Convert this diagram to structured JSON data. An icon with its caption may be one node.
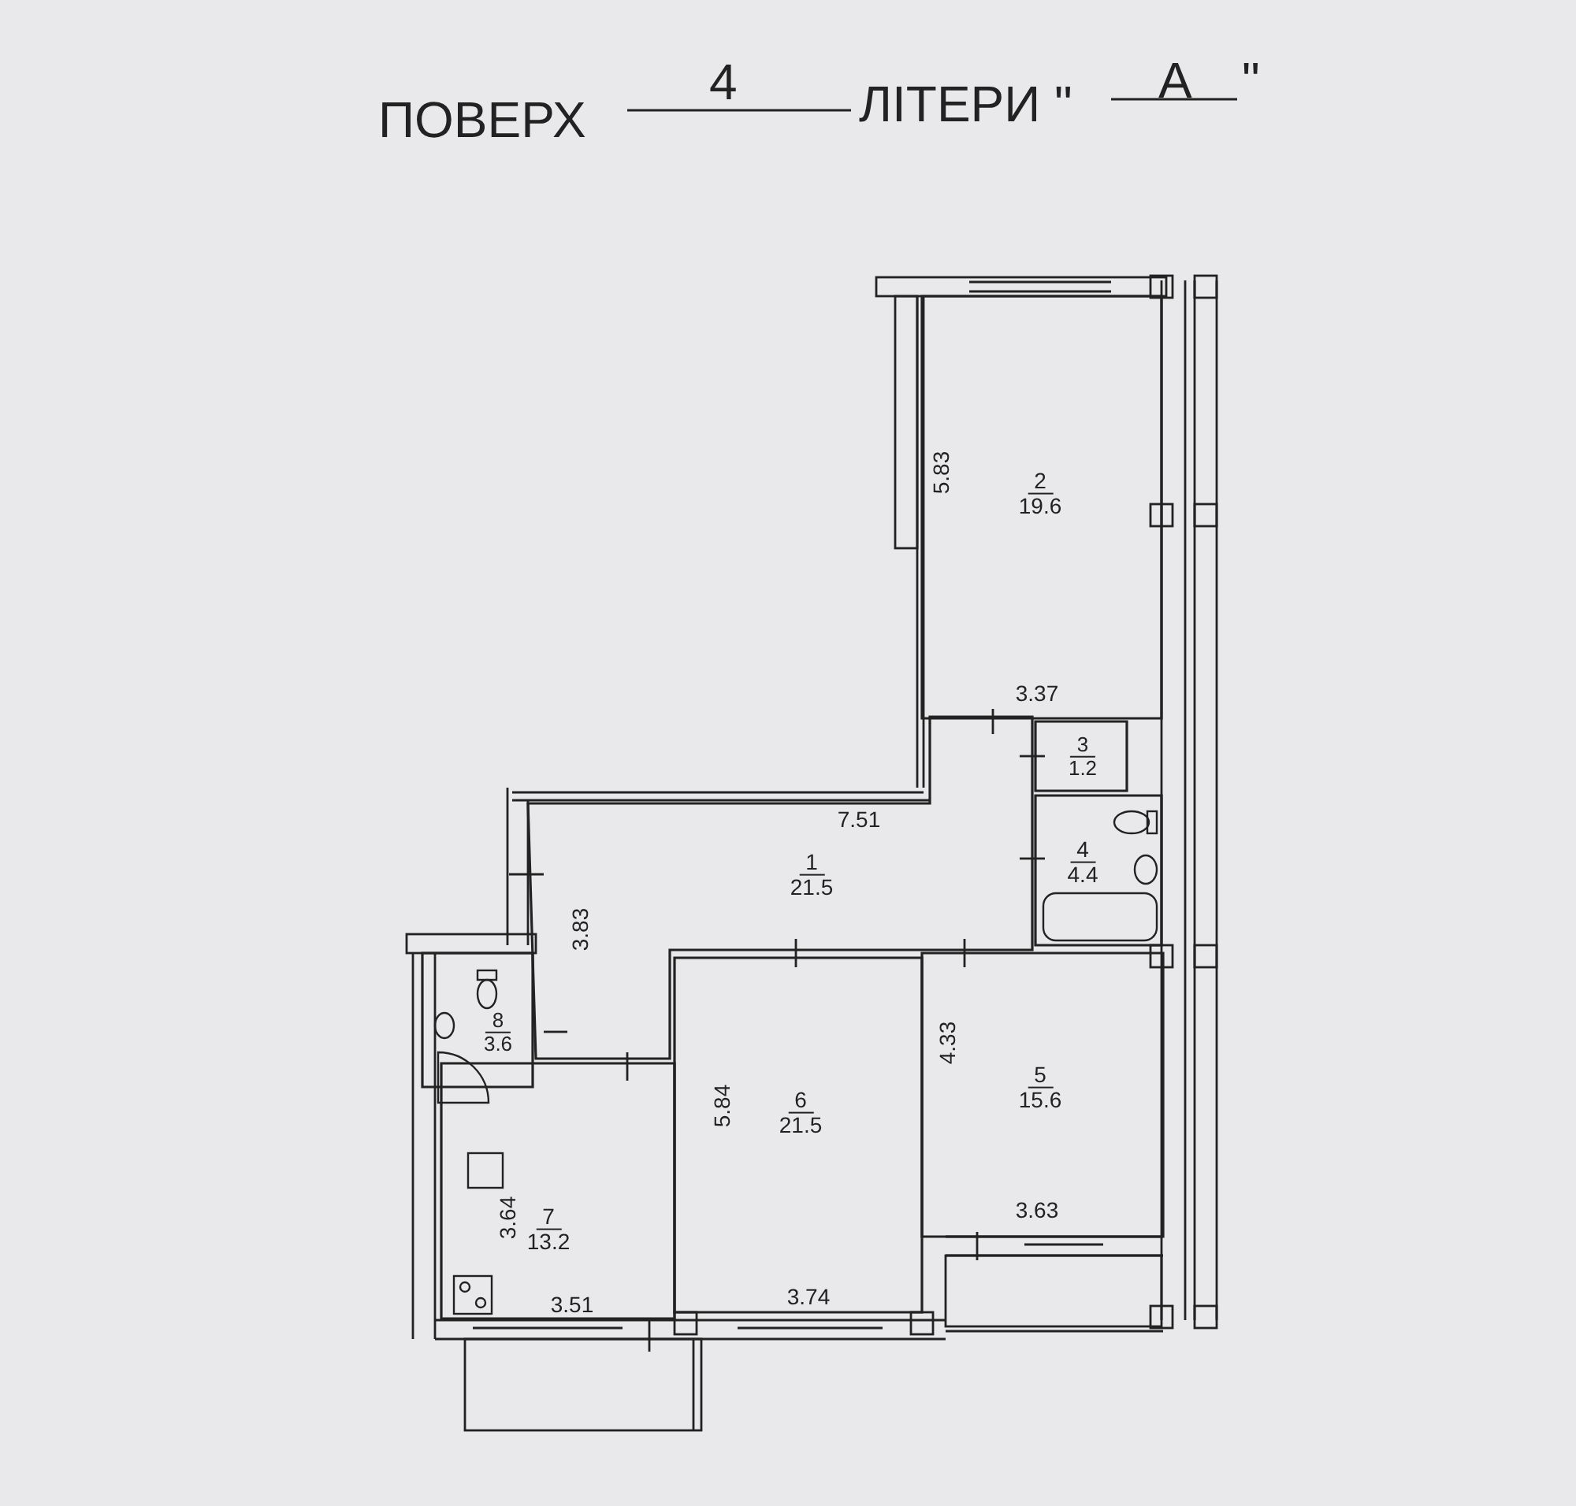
{
  "diagram": {
    "nodes": [
      {
        "text": [
          "2",
          "19.6"
        ]
      },
      {
        "text": [
          "3",
          "1.2"
        ]
      },
      {
        "text": [
          "4",
          "4.4"
        ]
      },
      {
        "text": [
          "1",
          "21.5"
        ]
      },
      {
        "text": [
          "8",
          "3.6"
        ]
      },
      {
        "text": [
          "5",
          "15.6"
        ]
      },
      {
        "text": [
          "6",
          "21.5"
        ]
      },
      {
        "text": [
          "7",
          "13.2"
        ]
      }
    ],
    "labels": [
      "ПОВЕРХ",
      "4",
      "ЛІТЕРИ \"",
      "А",
      "\"",
      "5.83",
      "3.37",
      "7.51",
      "3.83",
      "4.33",
      "5.84",
      "3.63",
      "3.64",
      "3.51",
      "3.74"
    ]
  }
}
